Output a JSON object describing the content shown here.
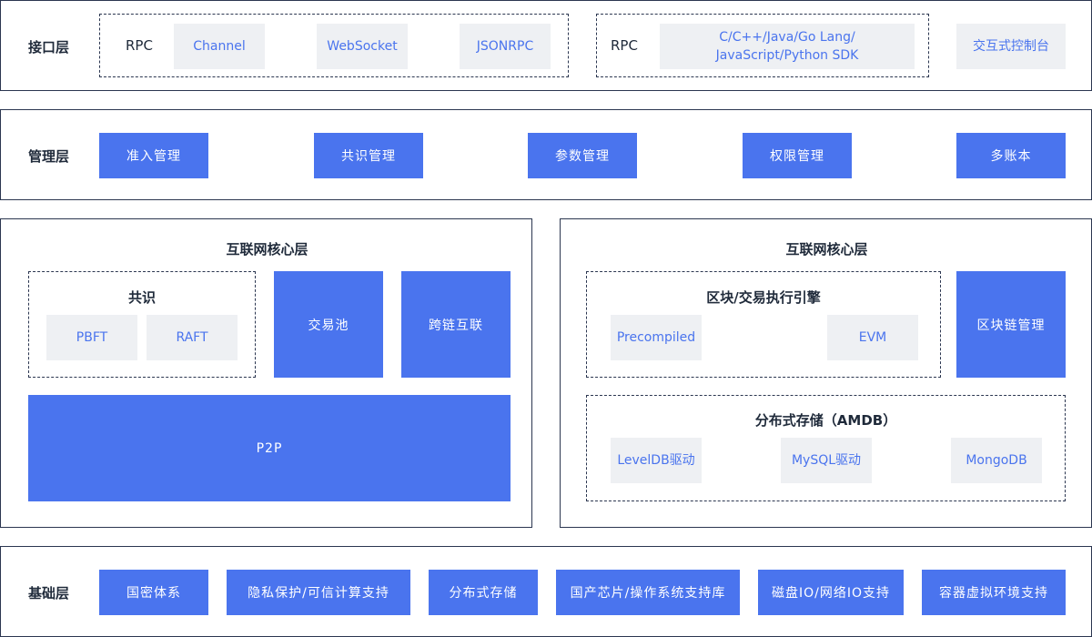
{
  "interface_layer": {
    "title": "接口层",
    "rpc_group_1": {
      "label": "RPC",
      "items": [
        "Channel",
        "WebSocket",
        "JSONRPC"
      ]
    },
    "rpc_group_2": {
      "label": "RPC",
      "sdk_line1": "C/C++/Java/Go Lang/",
      "sdk_line2": "JavaScript/Python SDK"
    },
    "console": "交互式控制台"
  },
  "management_layer": {
    "title": "管理层",
    "items": [
      "准入管理",
      "共识管理",
      "参数管理",
      "权限管理",
      "多账本"
    ]
  },
  "core_left": {
    "title": "互联网核心层",
    "consensus": {
      "title": "共识",
      "items": [
        "PBFT",
        "RAFT"
      ]
    },
    "tx_pool": "交易池",
    "cross_chain": "跨链互联",
    "p2p": "P2P"
  },
  "core_right": {
    "title": "互联网核心层",
    "engine": {
      "title": "区块/交易执行引擎",
      "items": [
        "Precompiled",
        "EVM"
      ]
    },
    "chain_mgmt": "区块链管理",
    "storage": {
      "title": "分布式存储（AMDB）",
      "items": [
        "LevelDB驱动",
        "MySQL驱动",
        "MongoDB"
      ]
    }
  },
  "base_layer": {
    "title": "基础层",
    "items": [
      "国密体系",
      "隐私保护/可信计算支持",
      "分布式存储",
      "国产芯片/操作系统支持库",
      "磁盘IO/网络IO支持",
      "容器虚拟环境支持"
    ]
  },
  "colors": {
    "accent": "#4a74ee",
    "box_gray": "#eef0f3",
    "border": "#2b3650"
  }
}
